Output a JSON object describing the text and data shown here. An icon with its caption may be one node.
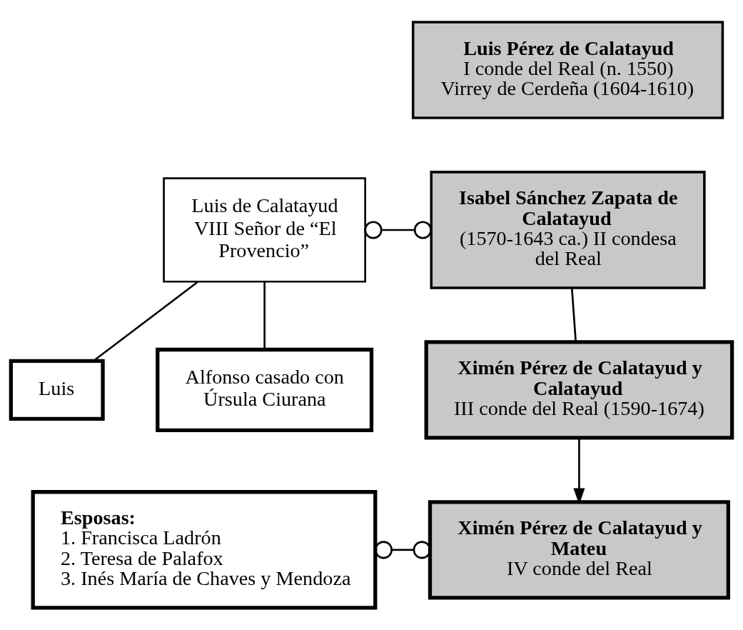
{
  "diagram": {
    "nodes": [
      {
        "text": [
          "Luis Pérez de Calatayud",
          "I conde del Real (n. 1550) Virrey de Cerdeña (1604-1610)"
        ]
      },
      {
        "text": [
          "Luis de Calatayud VIII Señor de “El Provencio”"
        ]
      },
      {
        "text": [
          "Isabel Sánchez Zapata de Calatayud",
          "(1570-1643 ca.) II condesa del Real"
        ]
      },
      {
        "text": [
          "Luis"
        ]
      },
      {
        "text": [
          "Alfonso casado con Úrsula Ciurana"
        ]
      },
      {
        "text": [
          "Ximén Pérez de Calatayud y Calatayud",
          "III conde del Real (1590-1674)"
        ]
      },
      {
        "text": [
          "Esposas:",
          "1. Francisca Ladrón",
          "2. Teresa de Palafox",
          "3. Inés María de Chaves y Mendoza"
        ]
      },
      {
        "text": [
          "Ximén Pérez de Calatayud y Mateu",
          "IV conde del Real"
        ]
      }
    ],
    "edges": [
      {
        "from": 1,
        "to": 2,
        "arrow": "other"
      },
      {
        "from": 1,
        "to": 3,
        "arrow": "none"
      },
      {
        "from": 1,
        "to": 4,
        "arrow": "none"
      },
      {
        "from": 2,
        "to": 5,
        "arrow": "none"
      },
      {
        "from": 5,
        "to": 7,
        "arrow": "to"
      },
      {
        "from": 6,
        "to": 7,
        "arrow": "other"
      }
    ]
  }
}
